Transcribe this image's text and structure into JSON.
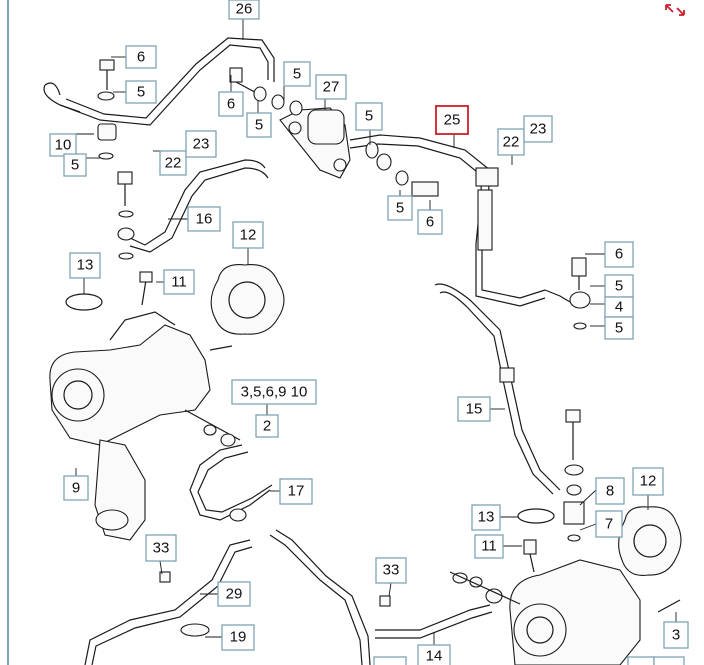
{
  "toolbar": {
    "expand_icon": "expand-arrows-icon",
    "expand_color": "#cc1f2a"
  },
  "colors": {
    "callout_border": "#7ea3b4",
    "highlight_border": "#cc1f2a",
    "line": "#1a1a1a"
  },
  "callouts": {
    "c26": "26",
    "c6a": "6",
    "c5a": "5",
    "c6b": "6",
    "c5b": "5",
    "c5c": "5",
    "c27": "27",
    "c10": "10",
    "c5d": "5",
    "c22a": "22",
    "c23a": "23",
    "c5e": "5",
    "c25": "25",
    "c22b": "22",
    "c23b": "23",
    "c5f": "5",
    "c6c": "6",
    "c16": "16",
    "c12a": "12",
    "c13a": "13",
    "c11a": "11",
    "c6d": "6",
    "c5g": "5",
    "c4": "4",
    "c5h": "5",
    "c3to10": "3,5,6,9 10",
    "c2": "2",
    "c15": "15",
    "c9": "9",
    "c17": "17",
    "c12b": "12",
    "c8": "8",
    "c13b": "13",
    "c7": "7",
    "c11b": "11",
    "c33a": "33",
    "c29": "29",
    "c19": "19",
    "c33b": "33",
    "c14": "14",
    "c3": "3"
  }
}
